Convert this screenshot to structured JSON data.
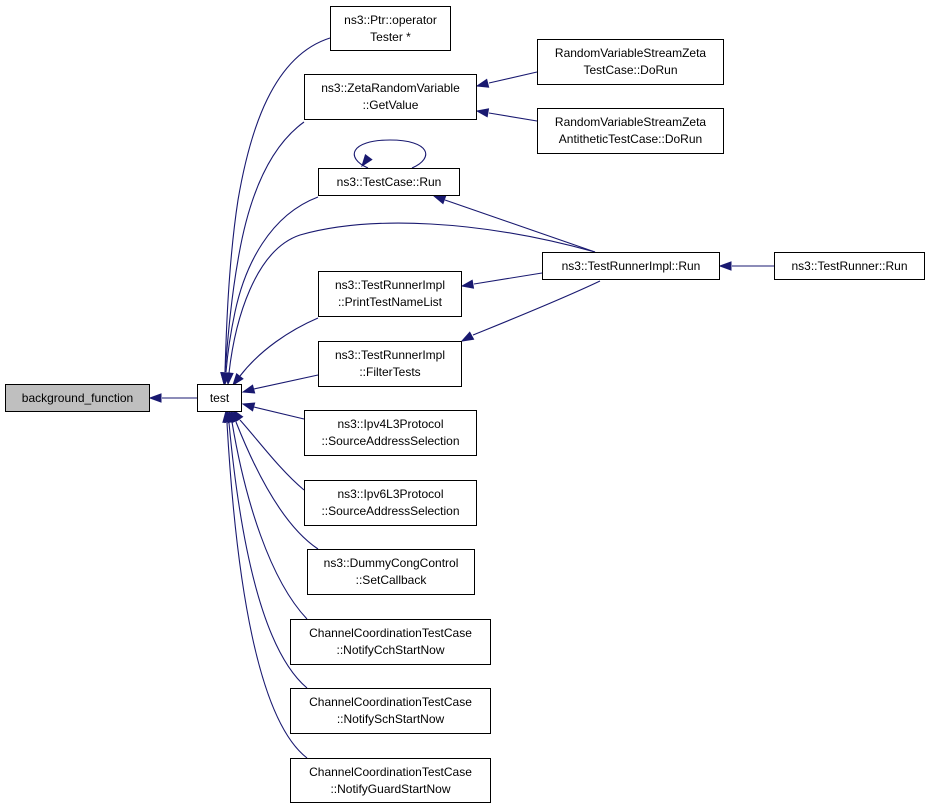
{
  "graph": {
    "edge_color": "#191970",
    "root_fill": "#bfbfbf",
    "nodes": {
      "background_function": {
        "lines": [
          "background_function"
        ]
      },
      "test": {
        "lines": [
          "test"
        ]
      },
      "ptr_operator": {
        "lines": [
          "ns3::Ptr::operator",
          "Tester *"
        ]
      },
      "zeta_getvalue": {
        "lines": [
          "ns3::ZetaRandomVariable",
          "::GetValue"
        ]
      },
      "rvs_zeta": {
        "lines": [
          "RandomVariableStreamZeta",
          "TestCase::DoRun"
        ]
      },
      "rvs_zeta_anti": {
        "lines": [
          "RandomVariableStreamZeta",
          "AntitheticTestCase::DoRun"
        ]
      },
      "testcase_run": {
        "lines": [
          "ns3::TestCase::Run"
        ]
      },
      "testrunnerimpl_run": {
        "lines": [
          "ns3::TestRunnerImpl::Run"
        ]
      },
      "testrunner_run": {
        "lines": [
          "ns3::TestRunner::Run"
        ]
      },
      "print_testnamelist": {
        "lines": [
          "ns3::TestRunnerImpl",
          "::PrintTestNameList"
        ]
      },
      "filtertests": {
        "lines": [
          "ns3::TestRunnerImpl",
          "::FilterTests"
        ]
      },
      "ipv4_sas": {
        "lines": [
          "ns3::Ipv4L3Protocol",
          "::SourceAddressSelection"
        ]
      },
      "ipv6_sas": {
        "lines": [
          "ns3::Ipv6L3Protocol",
          "::SourceAddressSelection"
        ]
      },
      "dummy_cong": {
        "lines": [
          "ns3::DummyCongControl",
          "::SetCallback"
        ]
      },
      "cct_cch": {
        "lines": [
          "ChannelCoordinationTestCase",
          "::NotifyCchStartNow"
        ]
      },
      "cct_sch": {
        "lines": [
          "ChannelCoordinationTestCase",
          "::NotifySchStartNow"
        ]
      },
      "cct_guard": {
        "lines": [
          "ChannelCoordinationTestCase",
          "::NotifyGuardStartNow"
        ]
      }
    },
    "edges": [
      {
        "from": "test",
        "to": "background_function"
      },
      {
        "from": "ptr_operator",
        "to": "test"
      },
      {
        "from": "zeta_getvalue",
        "to": "test"
      },
      {
        "from": "testcase_run",
        "to": "test"
      },
      {
        "from": "testrunnerimpl_run",
        "to": "test"
      },
      {
        "from": "print_testnamelist",
        "to": "test"
      },
      {
        "from": "filtertests",
        "to": "test"
      },
      {
        "from": "ipv4_sas",
        "to": "test"
      },
      {
        "from": "ipv6_sas",
        "to": "test"
      },
      {
        "from": "dummy_cong",
        "to": "test"
      },
      {
        "from": "cct_cch",
        "to": "test"
      },
      {
        "from": "cct_sch",
        "to": "test"
      },
      {
        "from": "cct_guard",
        "to": "test"
      },
      {
        "from": "rvs_zeta",
        "to": "zeta_getvalue"
      },
      {
        "from": "rvs_zeta_anti",
        "to": "zeta_getvalue"
      },
      {
        "from": "testcase_run",
        "to": "testcase_run"
      },
      {
        "from": "testrunnerimpl_run",
        "to": "testcase_run"
      },
      {
        "from": "testrunnerimpl_run",
        "to": "print_testnamelist"
      },
      {
        "from": "testrunnerimpl_run",
        "to": "filtertests"
      },
      {
        "from": "testrunner_run",
        "to": "testrunnerimpl_run"
      }
    ]
  }
}
